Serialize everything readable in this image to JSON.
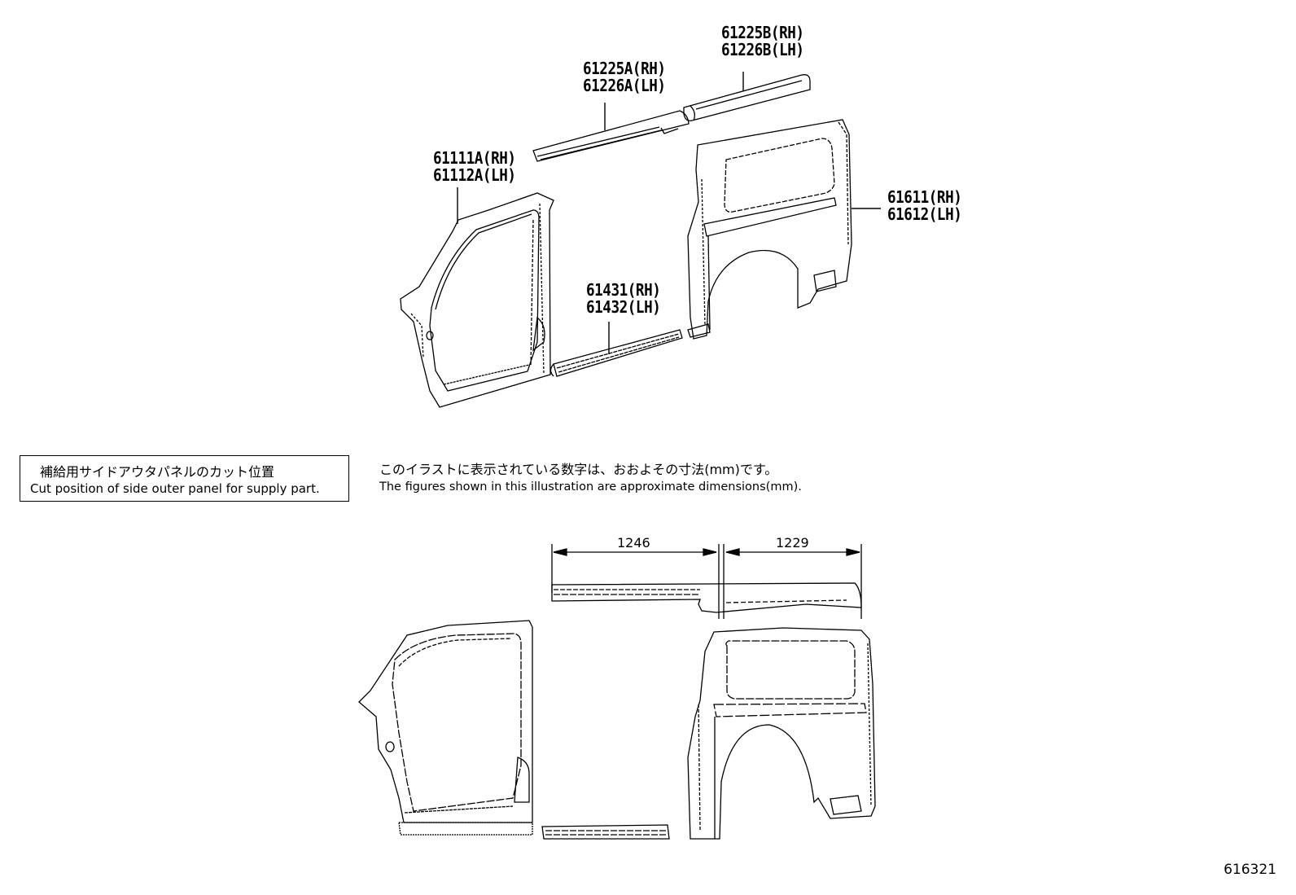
{
  "callouts": [
    {
      "id": "roof-rail-rear",
      "rh": "61225B(RH)",
      "lh": "61226B(LH)"
    },
    {
      "id": "roof-rail-front",
      "rh": "61225A(RH)",
      "lh": "61226A(LH)"
    },
    {
      "id": "front-pillar-panel",
      "rh": "61111A(RH)",
      "lh": "61112A(LH)"
    },
    {
      "id": "quarter-panel",
      "rh": "61611(RH)",
      "lh": "61612(LH)"
    },
    {
      "id": "rocker-panel",
      "rh": "61431(RH)",
      "lh": "61432(LH)"
    }
  ],
  "notes": {
    "cut_position": {
      "jp": "補給用サイドアウタパネルのカット位置",
      "en": "Cut position of side outer panel for supply part."
    },
    "dimensions": {
      "jp": "このイラストに表示されている数字は、おおよその寸法(mm)です。",
      "en": "The figures shown in this illustration are approximate dimensions(mm)."
    }
  },
  "dimensions": {
    "front_length": "1246",
    "rear_length": "1229",
    "unit": "mm"
  },
  "reference_number": "616321"
}
